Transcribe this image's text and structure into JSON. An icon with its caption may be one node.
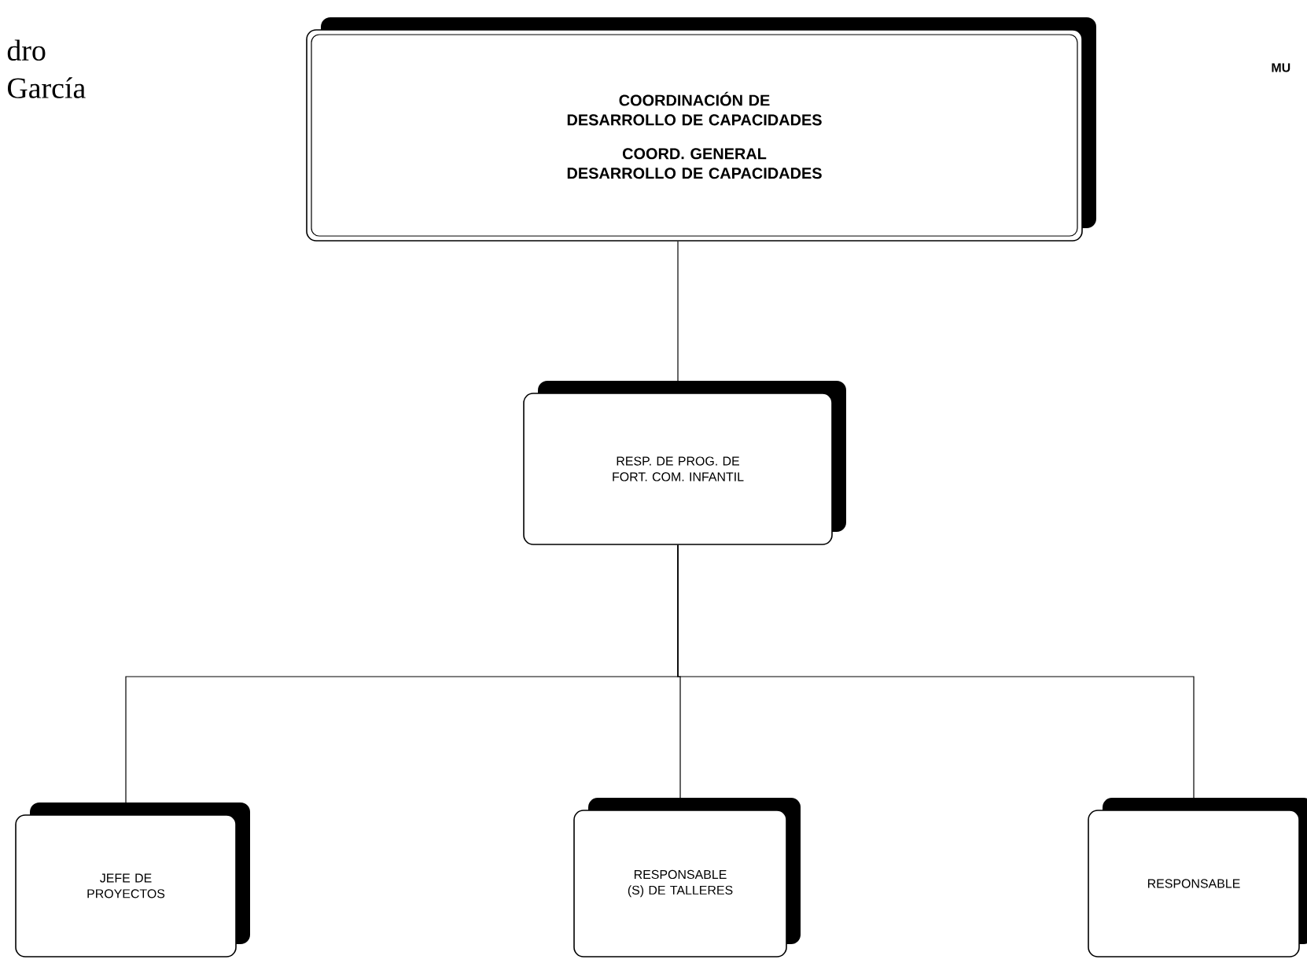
{
  "diagram": {
    "nodes": [
      {
        "text": [
          "COORDINACIÓN DE DESARROLLO DE CAPACIDADES",
          "COORD. GENERAL DESARROLLO DE CAPACIDADES"
        ]
      },
      {
        "text": [
          "RESP. DE PROG. DE FORT. COM. INFANTIL"
        ]
      },
      {
        "text": [
          "JEFE DE PROYECTOS"
        ]
      },
      {
        "text": [
          "RESPONSABLE (S) DE TALLERES"
        ]
      },
      {
        "text": [
          "RESPONSABLE"
        ]
      }
    ],
    "edges": [
      {
        "from": 0,
        "to": 1,
        "arrow": "none"
      },
      {
        "from": 1,
        "to": 2,
        "arrow": "none"
      },
      {
        "from": 1,
        "to": 3,
        "arrow": "none"
      },
      {
        "from": 1,
        "to": 4,
        "arrow": "none"
      }
    ],
    "labels": [
      "dro García",
      "MU"
    ]
  }
}
